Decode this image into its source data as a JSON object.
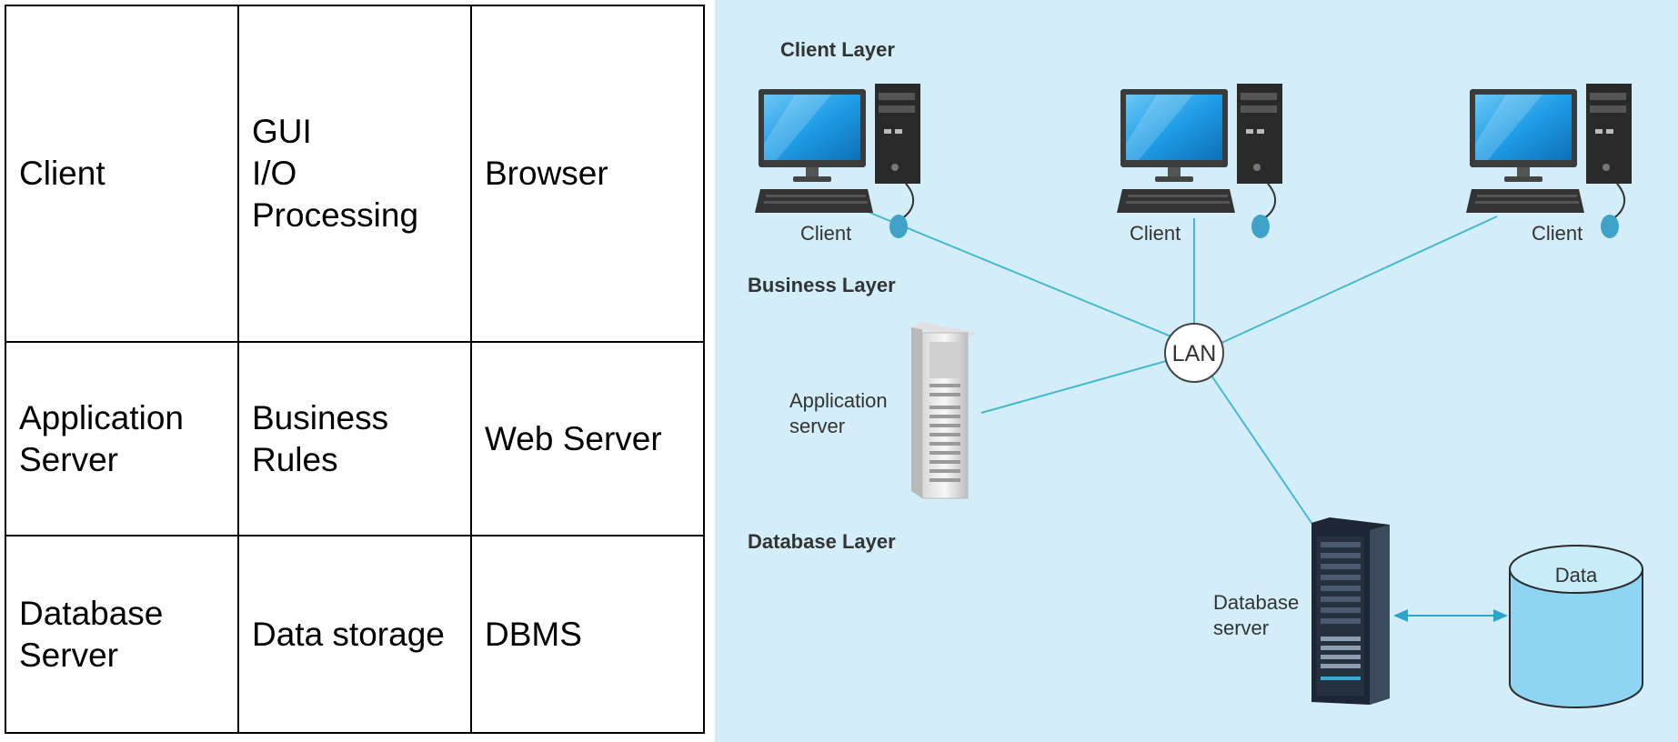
{
  "table": {
    "rows": [
      {
        "tier": [
          "Client"
        ],
        "function": [
          "GUI",
          "I/O",
          "Processing"
        ],
        "software": [
          "Browser"
        ]
      },
      {
        "tier": [
          "Application",
          "Server"
        ],
        "function": [
          "Business",
          "Rules"
        ],
        "software": [
          "Web Server"
        ]
      },
      {
        "tier": [
          "Database",
          "Server"
        ],
        "function": [
          "Data storage"
        ],
        "software": [
          "DBMS"
        ]
      }
    ]
  },
  "diagram": {
    "layers": {
      "client": "Client Layer",
      "business": "Business Layer",
      "database": "Database Layer"
    },
    "clients": [
      "Client",
      "Client",
      "Client"
    ],
    "hub": "LAN",
    "app_server": [
      "Application",
      "server"
    ],
    "db_server": [
      "Database",
      "server"
    ],
    "data_store": "Data",
    "colors": {
      "background": "#d3eef9",
      "link": "#45b8cf",
      "screen": "#1e9de6",
      "cylinder": "#8dd5f2"
    },
    "icons": [
      "desktop-computer-icon",
      "mouse-icon",
      "tower-server-icon",
      "rack-server-icon",
      "database-cylinder-icon"
    ]
  }
}
